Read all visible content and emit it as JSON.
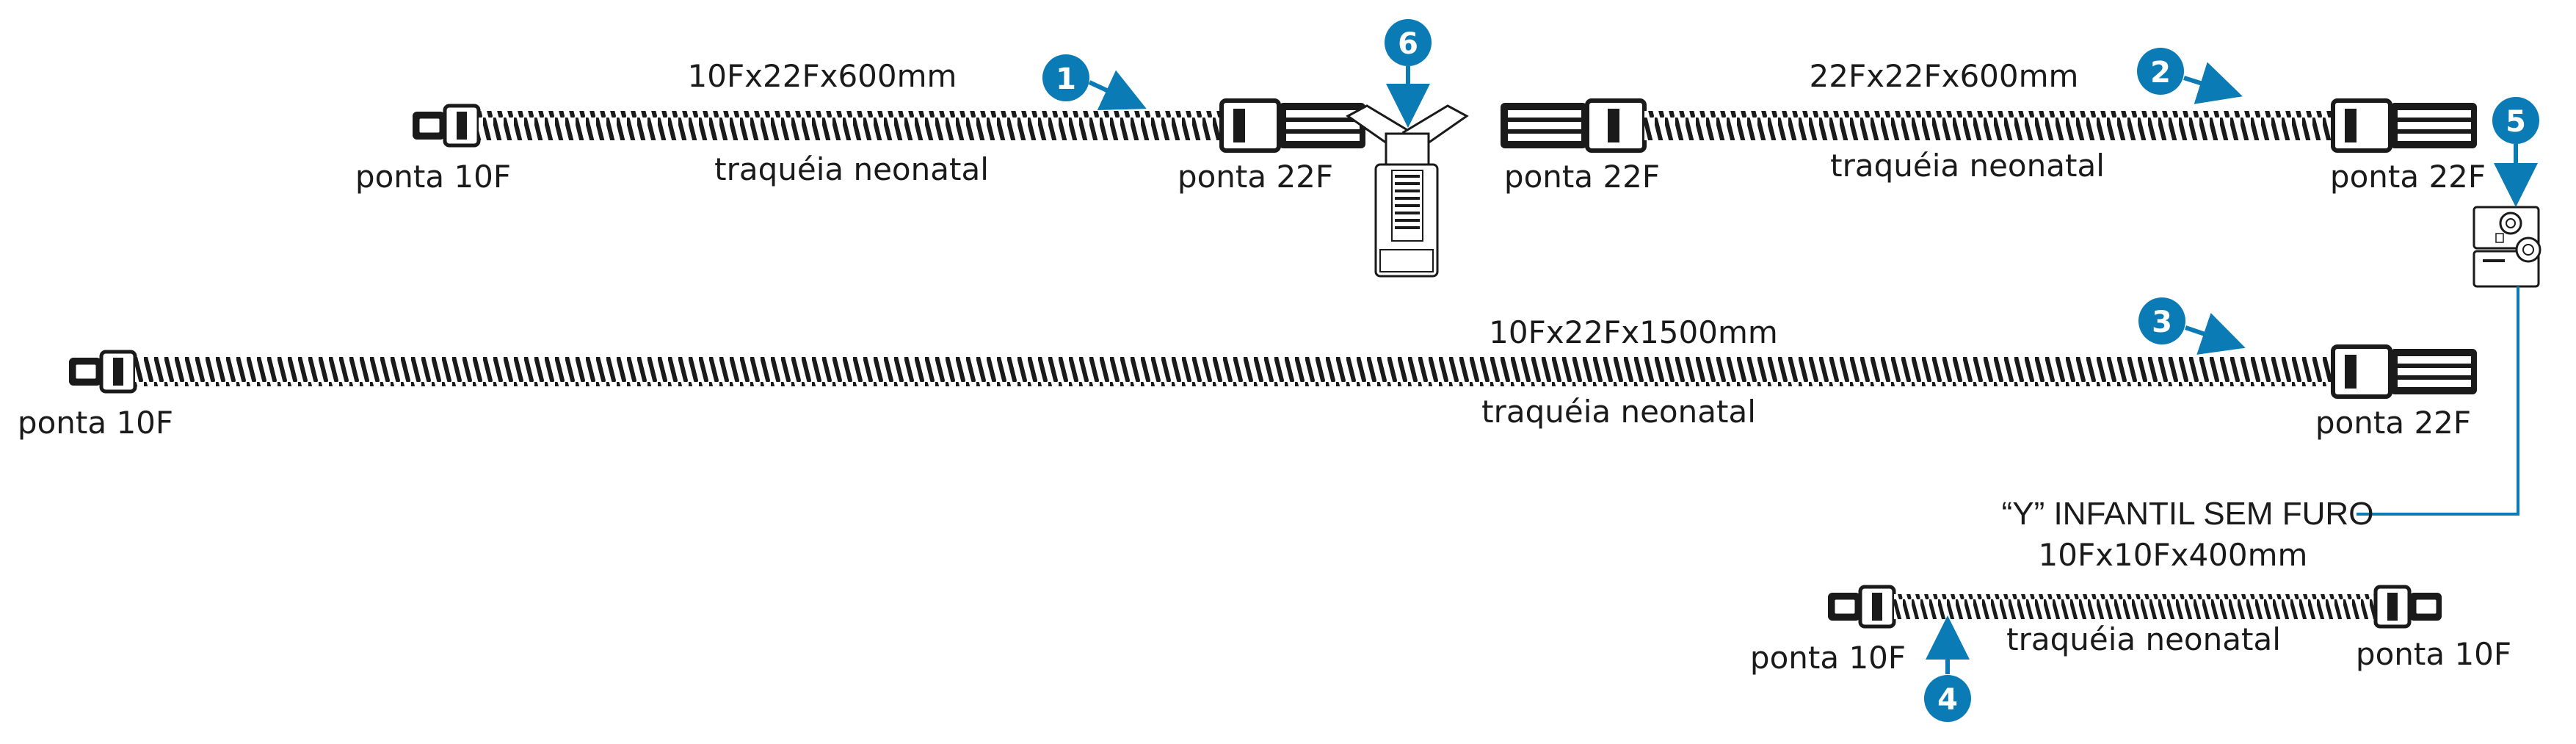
{
  "colors": {
    "accent": "#0A7BB5",
    "tube": "#1a1a1a"
  },
  "hoses": [
    {
      "id": "1",
      "size_label": "10Fx22Fx600mm",
      "desc_label": "traquéia neonatal",
      "left_end_label": "ponta 10F",
      "right_end_label": "ponta 22F"
    },
    {
      "id": "2",
      "size_label": "22Fx22Fx600mm",
      "desc_label": "traquéia neonatal",
      "left_end_label": "ponta 22F",
      "right_end_label": "ponta 22F"
    },
    {
      "id": "3",
      "size_label": "10Fx22Fx1500mm",
      "desc_label": "traquéia neonatal",
      "left_end_label": "ponta 10F",
      "right_end_label": "ponta 22F"
    },
    {
      "id": "4",
      "size_label": "10Fx10Fx400mm",
      "desc_label": "traquéia neonatal",
      "left_end_label": "ponta 10F",
      "right_end_label": "ponta 10F"
    }
  ],
  "components": {
    "y_connector": {
      "id": "5",
      "label": "“Y” INFANTIL SEM FURO"
    },
    "water_trap": {
      "id": "6"
    }
  }
}
